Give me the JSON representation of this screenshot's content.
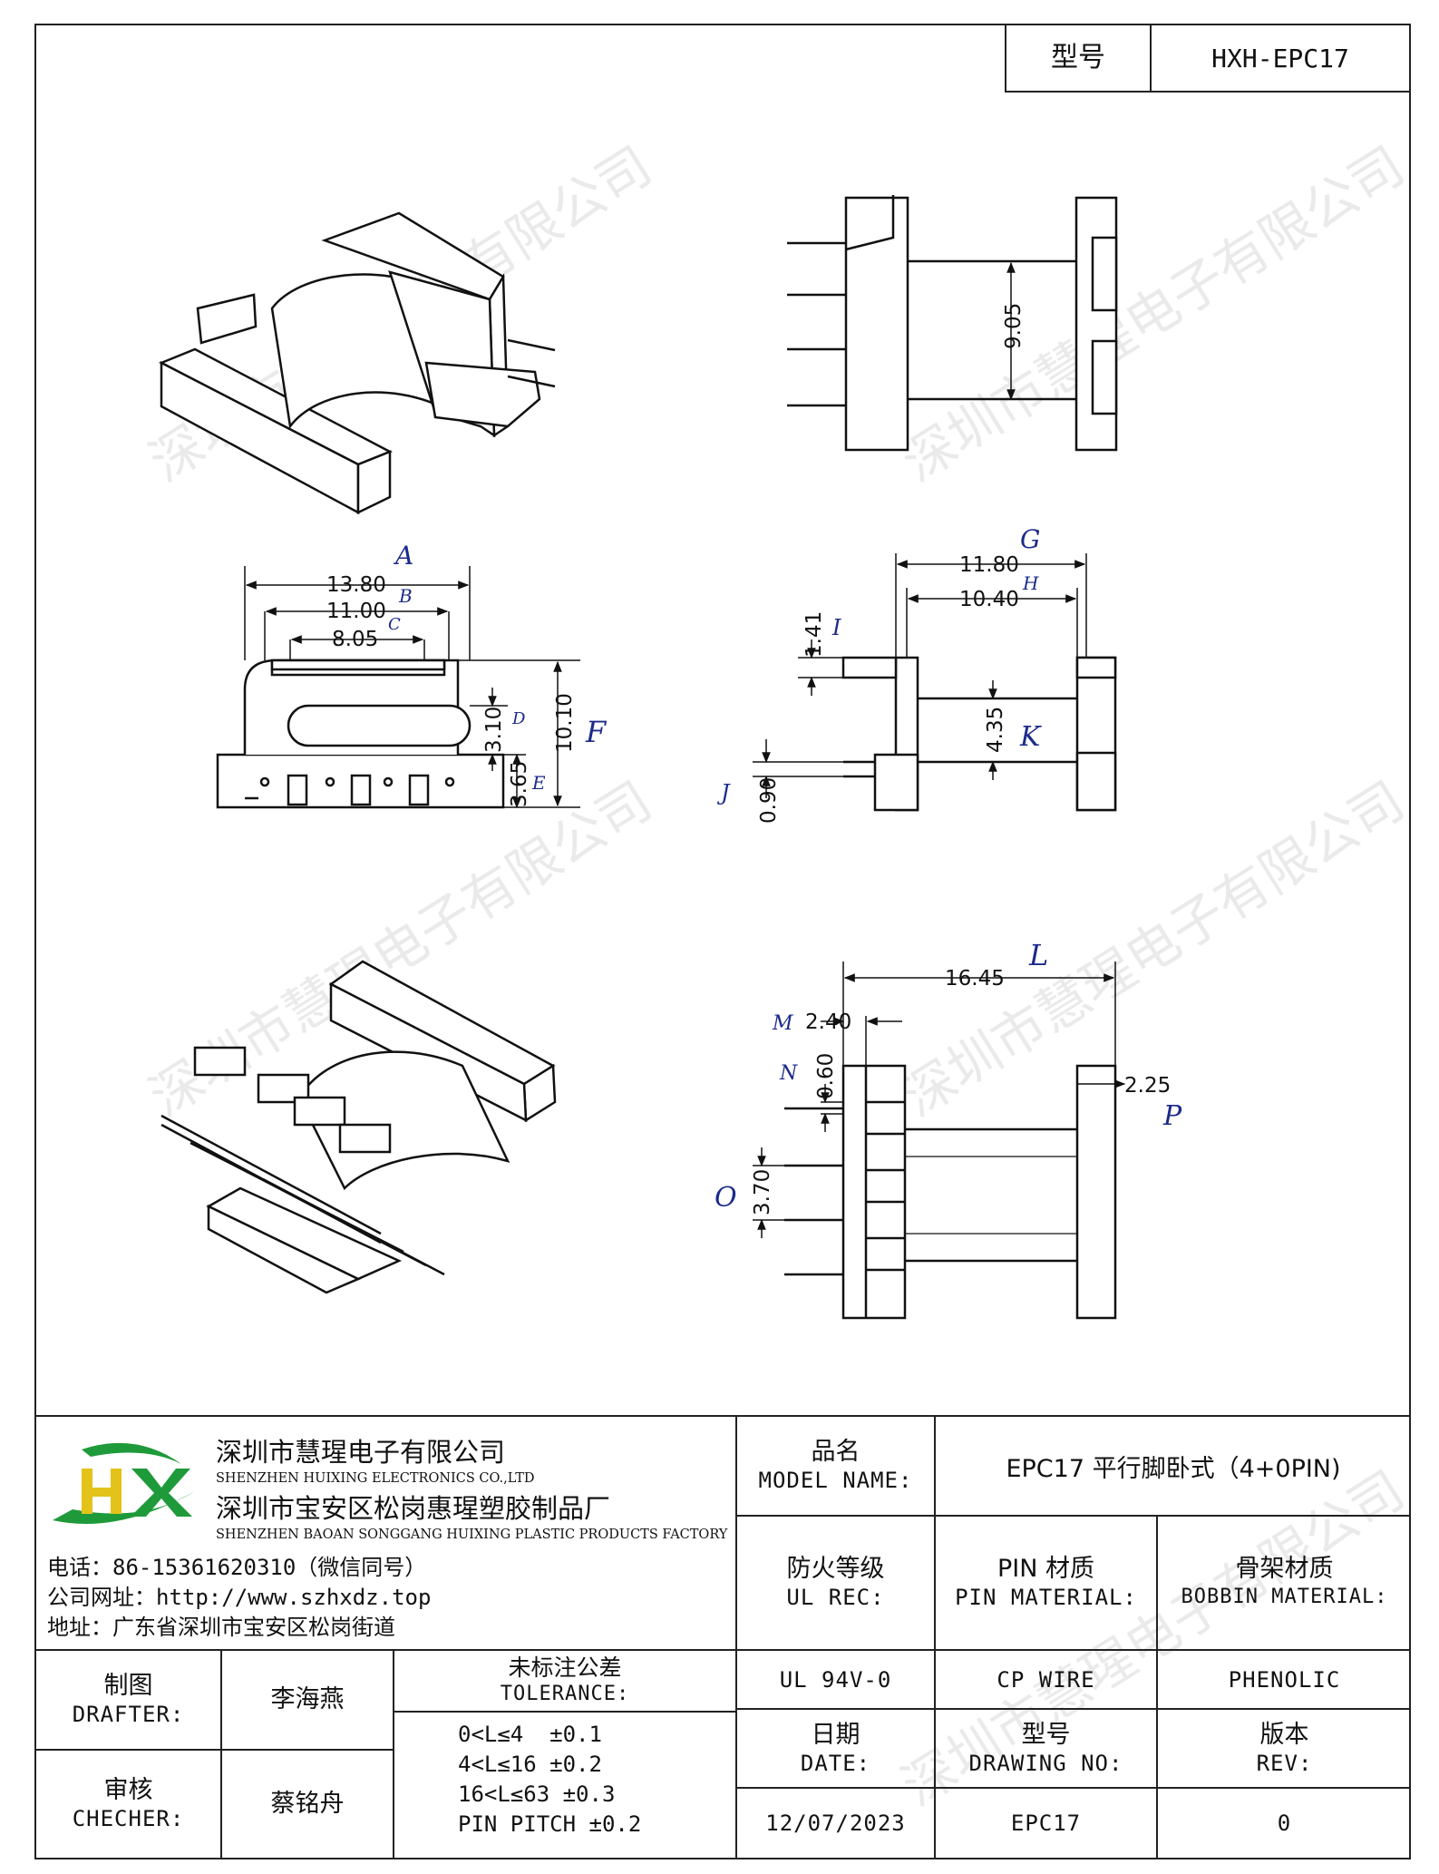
{
  "header": {
    "model_label": "型号",
    "model_value": "HXH-EPC17"
  },
  "watermark_text": "深圳市慧瑆电子有限公司",
  "dimensions": {
    "A": "A",
    "B": "B",
    "C": "C",
    "D": "D",
    "E": "E",
    "F": "F",
    "G": "G",
    "H": "H",
    "I": "I",
    "J": "J",
    "K": "K",
    "L": "L",
    "M": "M",
    "N": "N",
    "O": "O",
    "P": "P",
    "v_9_05": "9.05",
    "v_13_80": "13.80",
    "v_11_00": "11.00",
    "v_8_05": "8.05",
    "v_3_10": "3.10",
    "v_3_65": "3.65",
    "v_10_10": "10.10",
    "v_11_80": "11.80",
    "v_10_40": "10.40",
    "v_1_41": "1.41",
    "v_4_35": "4.35",
    "v_0_90": "0.90",
    "v_16_45": "16.45",
    "v_2_40": "2.40",
    "v_0_60": "0.60",
    "v_3_70": "3.70",
    "v_2_25": "2.25"
  },
  "company": {
    "name_cn_1": "深圳市慧瑆电子有限公司",
    "name_en_1": "SHENZHEN HUIXING ELECTRONICS CO.,LTD",
    "name_cn_2": "深圳市宝安区松岗惠瑆塑胶制品厂",
    "name_en_2": "SHENZHEN BAOAN SONGGANG HUIXING PLASTIC PRODUCTS FACTORY",
    "phone": "电话：86-15361620310（微信同号）",
    "website": "公司网址：http://www.szhxdz.top",
    "address": "地址：广东省深圳市宝安区松岗街道",
    "logo_text": "HX",
    "logo_green": "#1f9a3a",
    "logo_yellow": "#e3c21a"
  },
  "title_block": {
    "model_name_cn": "品名",
    "model_name_en": "MODEL NAME:",
    "model_name_value": "EPC17 平行脚卧式（4+0PIN)",
    "ul_cn": "防火等级",
    "ul_en": "UL REC:",
    "pin_cn": "PIN 材质",
    "pin_en": "PIN MATERIAL:",
    "bobbin_cn": "骨架材质",
    "bobbin_en": "BOBBIN MATERIAL:",
    "ul_value": "UL 94V-0",
    "pin_value": "CP WIRE",
    "bobbin_value": "PHENOLIC",
    "drafter_cn": "制图",
    "drafter_en": "DRAFTER:",
    "drafter_name": "李海燕",
    "checker_cn": "审核",
    "checker_en": "CHECHER:",
    "checker_name": "蔡铭舟",
    "tolerance_cn": "未标注公差",
    "tolerance_en": "TOLERANCE:",
    "tolerance_lines": [
      "0<L≤4  ±0.1",
      "4<L≤16 ±0.2",
      "16<L≤63 ±0.3",
      "PIN PITCH ±0.2"
    ],
    "date_cn": "日期",
    "date_en": "DATE:",
    "drawing_cn": "型号",
    "drawing_en": "DRAWING NO:",
    "rev_cn": "版本",
    "rev_en": "REV:",
    "date_value": "12/07/2023",
    "drawing_value": "EPC17",
    "rev_value": "0"
  }
}
